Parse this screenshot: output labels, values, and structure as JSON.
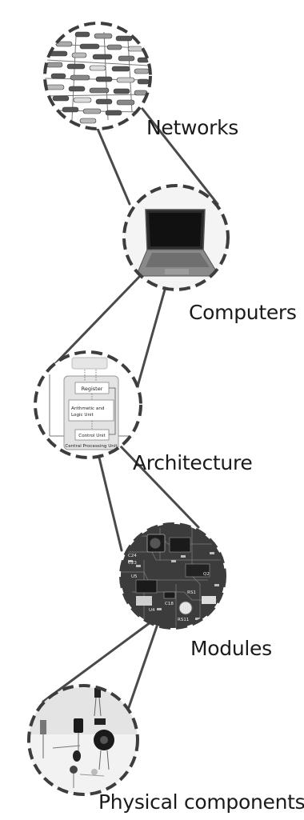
{
  "levels": [
    {
      "label": "Networks",
      "icon": "network-graph-icon"
    },
    {
      "label": "Computers",
      "icon": "laptop-icon"
    },
    {
      "label": "Architecture",
      "icon": "cpu-diagram-icon"
    },
    {
      "label": "Modules",
      "icon": "circuit-board-icon"
    },
    {
      "label": "Physical components",
      "icon": "electronic-parts-icon"
    }
  ],
  "architecture": {
    "register": "Register",
    "alu_line1": "Arithmetic and",
    "alu_line2": "Logic Unit",
    "control_unit": "Control Unit",
    "cpu": "Central Processing Unit"
  },
  "board_labels": [
    "C24",
    "C23",
    "U5",
    "U4",
    "Q2",
    "RS1",
    "C18",
    "RS11"
  ],
  "colors": {
    "ring": "#3d3d3d",
    "link": "#4a4a4a",
    "label": "#1a1a1a"
  }
}
